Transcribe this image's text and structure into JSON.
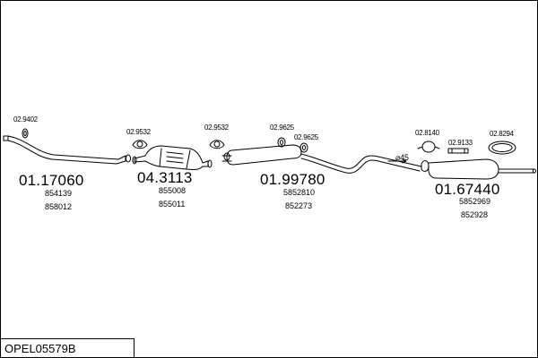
{
  "diagram_title": "OPEL05579B",
  "parts": [
    {
      "number": "01.17060",
      "refs": [
        "854139",
        "858012"
      ]
    },
    {
      "number": "04.3113",
      "refs": [
        "855008",
        "855011"
      ]
    },
    {
      "number": "01.99780",
      "refs": [
        "5852810",
        "852273"
      ]
    },
    {
      "number": "01.67440",
      "refs": [
        "5852969",
        "852928"
      ]
    }
  ],
  "accessories": [
    {
      "number": "02.9402"
    },
    {
      "number": "02.9532"
    },
    {
      "number": "02.9532"
    },
    {
      "number": "02.9625"
    },
    {
      "number": "02.9625"
    },
    {
      "number": "02.8140"
    },
    {
      "number": "02.9133"
    },
    {
      "number": "02.8294"
    }
  ],
  "pipe_diameter": "⌀45"
}
